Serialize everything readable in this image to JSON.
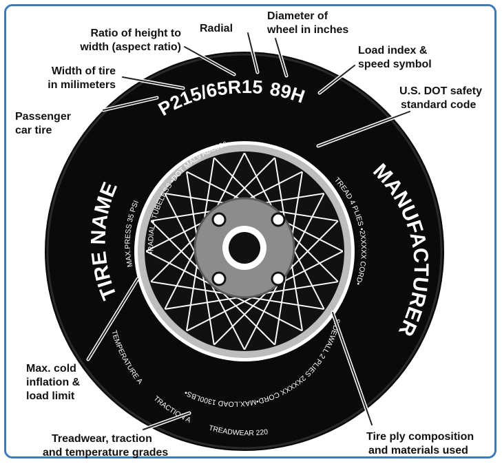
{
  "tire": {
    "name": "TIRE NAME",
    "manufacturer": "MANUFACTURER",
    "size_code": "P215/65R15",
    "load_speed": "89H"
  },
  "sidewall": {
    "upper": "•RADIAL • TUBELESS •DOT MAL9 ABC036•",
    "right": "TREAD 4 PLIES •2XXXXX CORD•",
    "lower": "SIDEWALL 2 PLIES 2XXXXX CORD•MAX.LOAD 1300LBS•",
    "left": "MAX.PRESS 35 PSI",
    "grades_left": "TEMPERATURE A",
    "grades_mid": "TRACTION A",
    "grades_right": "TREADWEAR 220"
  },
  "labels": {
    "aspect_ratio_1": "Ratio of height to",
    "aspect_ratio_2": "width (aspect ratio)",
    "radial": "Radial",
    "diameter_1": "Diameter of",
    "diameter_2": "wheel in inches",
    "load_index_1": "Load index &",
    "load_index_2": "speed symbol",
    "width_1": "Width of tire",
    "width_2": "in milimeters",
    "dot_1": "U.S. DOT safety",
    "dot_2": "standard code",
    "passenger_1": "Passenger",
    "passenger_2": "car tire",
    "cold_1": "Max. cold",
    "cold_2": "inflation &",
    "cold_3": "load limit",
    "treadwear_1": "Treadwear, traction",
    "treadwear_2": "and temperature grades",
    "ply_1": "Tire ply composition",
    "ply_2": "and materials used"
  },
  "colors": {
    "frame": "#3d7ab6",
    "tire": "#0a0a0a",
    "rim": "#9a9a9a",
    "hub": "#8c8c8c"
  }
}
